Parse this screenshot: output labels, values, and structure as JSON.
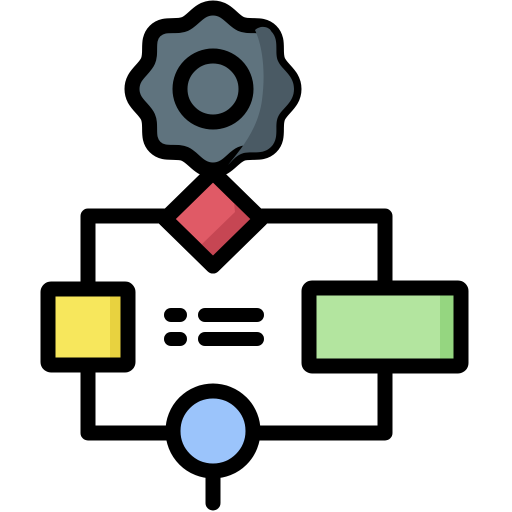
{
  "icon": {
    "name": "workflow-process-icon",
    "colors": {
      "outline": "#000000",
      "gear_fill": "#5f737e",
      "gear_shadow": "#4a5a64",
      "gear_hub": "#5f737e",
      "diamond_fill": "#e05a66",
      "diamond_shadow": "#c64653",
      "square_fill": "#f7e75c",
      "square_shadow": "#e8d23f",
      "rect_fill": "#b3e59f",
      "rect_shadow": "#95d680",
      "circle_fill": "#9bc4fb",
      "circle_shadow": "#6fa6f2",
      "background": "#ffffff"
    },
    "parts": [
      "gear-icon",
      "decision-diamond",
      "yellow-process-box",
      "green-process-box",
      "blue-connector-circle",
      "list-lines"
    ]
  }
}
